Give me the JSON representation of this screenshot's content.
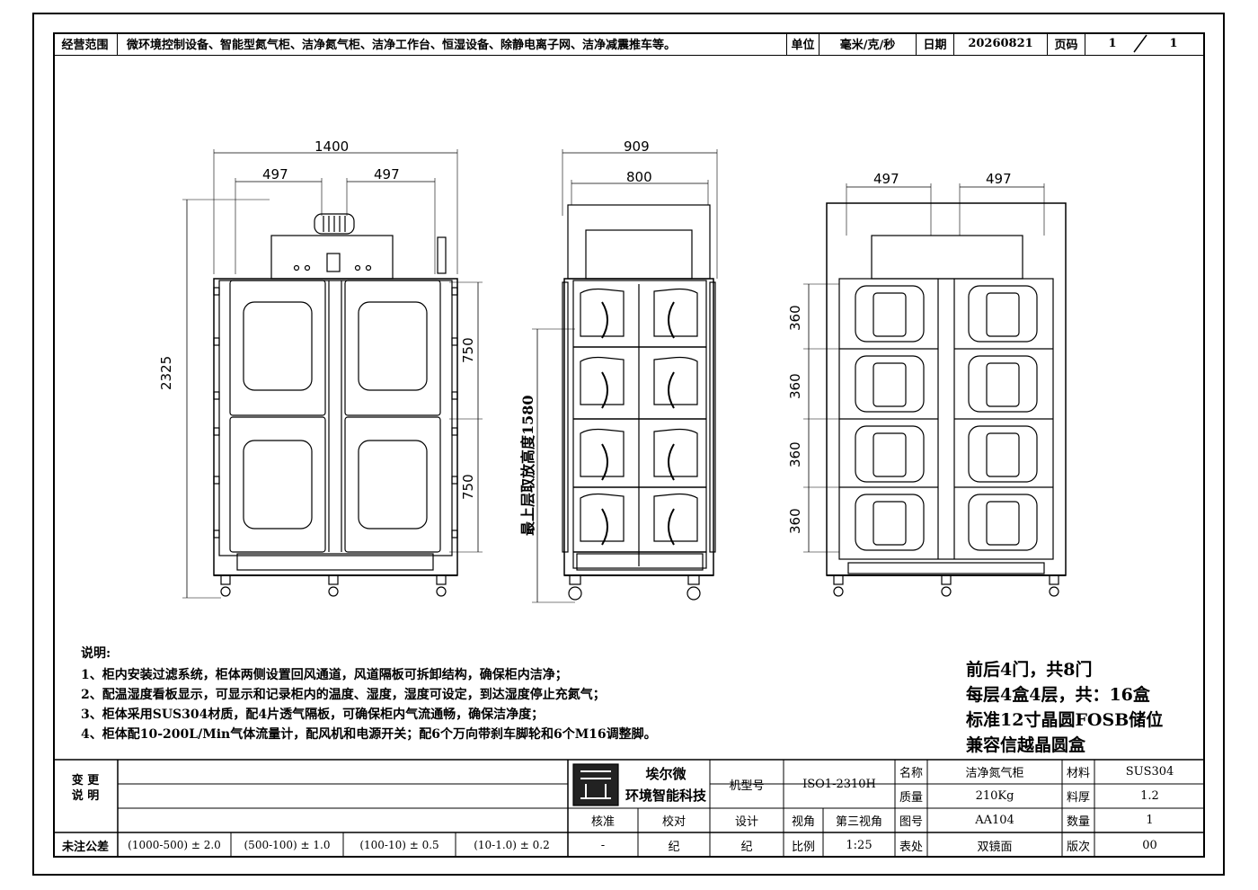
{
  "header": {
    "scope_label": "经营范围",
    "scope_value": "微环境控制设备、智能型氮气柜、洁净氮气柜、洁净工作台、恒湿设备、除静电离子网、洁净减震推车等。",
    "unit_label": "单位",
    "unit_value": "毫米/克/秒",
    "date_label": "日期",
    "date_value": "20260821",
    "page_label": "页码",
    "page_current": "1",
    "page_total": "1"
  },
  "dimensions": {
    "front_width": "1400",
    "front_left_door": "497",
    "front_right_door": "497",
    "front_height": "2325",
    "front_upper_door": "750",
    "front_lower_door": "750",
    "side_width": "909",
    "side_inner": "800",
    "side_max_height": "最上层取放高度1580",
    "rear_left": "497",
    "rear_right": "497",
    "rear_layer_1": "360",
    "rear_layer_2": "360",
    "rear_layer_3": "360",
    "rear_layer_4": "360"
  },
  "notes": {
    "title": "说明:",
    "items": [
      "1、柜内安装过滤系统，柜体两侧设置回风通道，风道隔板可拆卸结构，确保柜内洁净；",
      "2、配温湿度看板显示，可显示和记录柜内的温度、湿度，湿度可设定，到达湿度停止充氮气；",
      "3、柜体采用SUS304材质，配4片透气隔板，可确保柜内气流通畅，确保洁净度；",
      "4、柜体配10-200L/Min气体流量计，配风机和电源开关；配6个万向带刹车脚轮和6个M16调整脚。"
    ]
  },
  "highlights": [
    "前后4门，共8门",
    "每层4盒4层，共：16盒",
    "标准12寸晶圆FOSB储位",
    "兼容信越晶圆盒"
  ],
  "title_block": {
    "change_label": "变 更\n说 明",
    "company_line1": "埃尔微",
    "company_line2": "环境智能科技",
    "model_label": "机型号",
    "model_value": "ISO1-2310H",
    "name_label": "名称",
    "name_value": "洁净氮气柜",
    "material_label": "材料",
    "material_value": "SUS304",
    "mass_label": "质量",
    "mass_value": "210Kg",
    "thickness_label": "料厚",
    "thickness_value": "1.2",
    "approve_label": "核准",
    "check_label": "校对",
    "design_label": "设计",
    "view_label": "视角",
    "view_value": "第三视角",
    "drawing_no_label": "图号",
    "drawing_no_value": "AA104",
    "qty_label": "数量",
    "qty_value": "1",
    "tolerance_label": "未注公差",
    "tol_1": "(1000-500) ± 2.0",
    "tol_2": "(500-100) ± 1.0",
    "tol_3": "(100-10) ± 0.5",
    "tol_4": "(10-1.0) ± 0.2",
    "approve_value": "-",
    "check_value": "纪",
    "design_value": "纪",
    "scale_label": "比例",
    "scale_value": "1:25",
    "surface_label": "表处",
    "surface_value": "双镜面",
    "version_label": "版次",
    "version_value": "00"
  }
}
